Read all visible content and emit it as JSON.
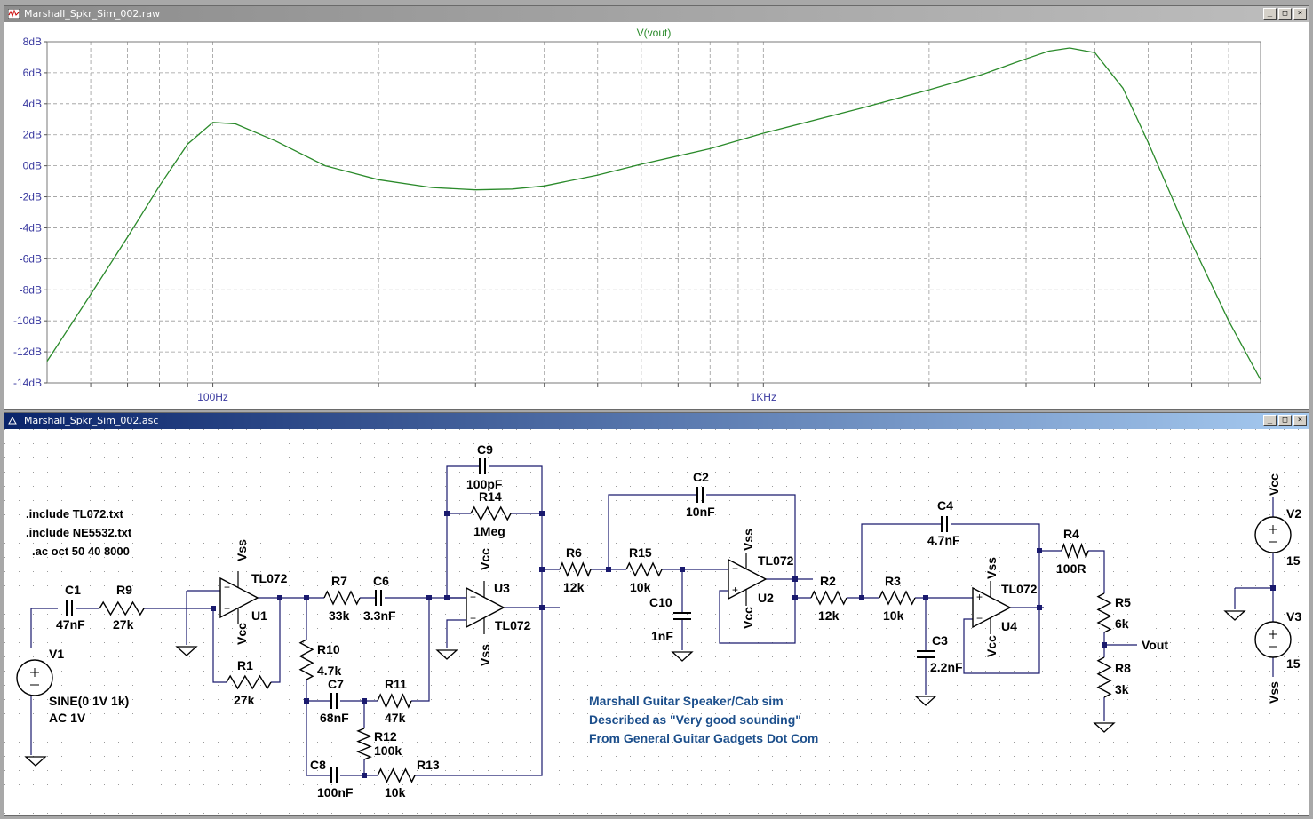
{
  "plot_window": {
    "title": "Marshall_Spkr_Sim_002.raw",
    "trace_name": "V(vout)",
    "trace_color": "#2a8a2a"
  },
  "chart_data": {
    "type": "line",
    "title": "V(vout)",
    "x_scale": "log",
    "xlim": [
      50,
      8000
    ],
    "ylim": [
      -14,
      8
    ],
    "x_tick_labels": [
      "100Hz",
      "1KHz"
    ],
    "y_tick_labels": [
      "8dB",
      "6dB",
      "4dB",
      "2dB",
      "0dB",
      "-2dB",
      "-4dB",
      "-6dB",
      "-8dB",
      "-10dB",
      "-12dB",
      "-14dB"
    ],
    "grid": true,
    "series": [
      {
        "name": "V(vout)",
        "x": [
          50,
          60,
          70,
          80,
          90,
          100,
          110,
          130,
          160,
          200,
          250,
          300,
          350,
          400,
          500,
          600,
          800,
          1000,
          1500,
          2000,
          2500,
          3000,
          3300,
          3600,
          4000,
          4500,
          5000,
          6000,
          7000,
          8000
        ],
        "y": [
          -12.6,
          -8.3,
          -4.6,
          -1.3,
          1.4,
          2.8,
          2.7,
          1.6,
          0.0,
          -0.9,
          -1.4,
          -1.55,
          -1.5,
          -1.3,
          -0.6,
          0.1,
          1.1,
          2.1,
          3.7,
          4.9,
          5.9,
          6.9,
          7.4,
          7.6,
          7.3,
          5.0,
          1.5,
          -5.0,
          -10.0,
          -13.8
        ]
      }
    ]
  },
  "schematic_window": {
    "title": "Marshall_Spkr_Sim_002.asc",
    "directives": [
      ".include TL072.txt",
      ".include NE5532.txt",
      ".ac oct 50 40 8000"
    ],
    "comment_lines": [
      "Marshall Guitar Speaker/Cab sim",
      "Described as \"Very good sounding\"",
      "From General Guitar Gadgets Dot Com"
    ],
    "comment_color": "#1c4f8c",
    "components": {
      "c1": {
        "name": "C1",
        "value": "47nF"
      },
      "r9": {
        "name": "R9",
        "value": "27k"
      },
      "r1": {
        "name": "R1",
        "value": "27k"
      },
      "u1": {
        "name": "U1",
        "model": "TL072",
        "vss": "Vss",
        "vcc": "Vcc"
      },
      "v1": {
        "name": "V1",
        "line1": "SINE(0 1V 1k)",
        "line2": "AC 1V"
      },
      "r7": {
        "name": "R7",
        "value": "33k"
      },
      "c6": {
        "name": "C6",
        "value": "3.3nF"
      },
      "r10": {
        "name": "R10",
        "value": "4.7k"
      },
      "c7": {
        "name": "C7",
        "value": "68nF"
      },
      "r11": {
        "name": "R11",
        "value": "47k"
      },
      "r12": {
        "name": "R12",
        "value": "100k"
      },
      "c8": {
        "name": "C8",
        "value": "100nF"
      },
      "r13": {
        "name": "R13",
        "value": "10k"
      },
      "c9": {
        "name": "C9",
        "value": "100pF"
      },
      "r14": {
        "name": "R14",
        "value": "1Meg"
      },
      "u3": {
        "name": "U3",
        "model": "TL072",
        "vcc": "Vcc",
        "vss": "Vss"
      },
      "r6": {
        "name": "R6",
        "value": "12k"
      },
      "r15": {
        "name": "R15",
        "value": "10k"
      },
      "c2": {
        "name": "C2",
        "value": "10nF"
      },
      "c10": {
        "name": "C10",
        "value": "1nF"
      },
      "u2": {
        "name": "U2",
        "model": "TL072",
        "vss": "Vss",
        "vcc": "Vcc"
      },
      "r2": {
        "name": "R2",
        "value": "12k"
      },
      "r3": {
        "name": "R3",
        "value": "10k"
      },
      "c4": {
        "name": "C4",
        "value": "4.7nF"
      },
      "c3": {
        "name": "C3",
        "value": "2.2nF"
      },
      "u4": {
        "name": "U4",
        "model": "TL072",
        "vss": "Vss",
        "vcc": "Vcc"
      },
      "r4": {
        "name": "R4",
        "value": "100R"
      },
      "r5": {
        "name": "R5",
        "value": "6k"
      },
      "r8": {
        "name": "R8",
        "value": "3k"
      },
      "vout": {
        "label": "Vout"
      },
      "v2": {
        "name": "V2",
        "value": "15",
        "net": "Vcc"
      },
      "v3": {
        "name": "V3",
        "value": "15",
        "net": "Vss"
      }
    }
  },
  "window_buttons": {
    "minimize": "_",
    "restore": "□",
    "close": "×"
  }
}
